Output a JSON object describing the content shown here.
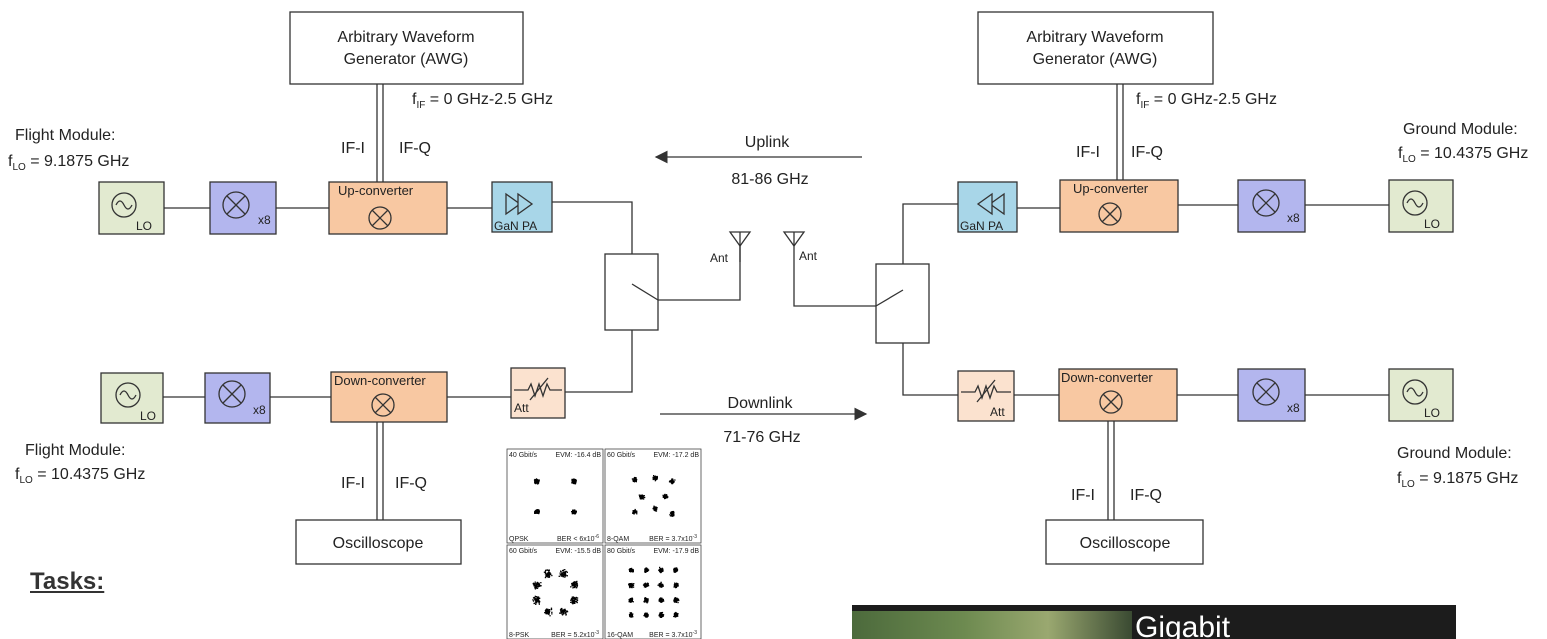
{
  "colors": {
    "lo_green": "#e2ead0",
    "mixer_blue": "#b3b6ee",
    "converter_orange": "#f8c8a2",
    "pa_cyan": "#a8d6e8",
    "att_peach": "#fbe2cf",
    "line": "#333333"
  },
  "left": {
    "awg_line1": "Arbitrary Waveform",
    "awg_line2": "Generator (AWG)",
    "fif_sym": "f",
    "fif_sub": "IF",
    "fif_val": " = 0 GHz-2.5 GHz",
    "ifi_top": "IF-I",
    "ifq_top": "IF-Q",
    "flight_top_title": "Flight Module:",
    "flight_top_f": "f",
    "flight_top_sub": "LO",
    "flight_top_val": " = 9.1875 GHz",
    "lo_label": "LO",
    "x8": "x8",
    "upconverter": "Up-converter",
    "pa": "GaN PA",
    "ant": "Ant",
    "downconverter": "Down-converter",
    "att": "Att",
    "flight_bot_title": "Flight Module:",
    "flight_bot_f": "f",
    "flight_bot_sub": "LO",
    "flight_bot_val": " = 10.4375 GHz",
    "ifi_bot": "IF-I",
    "ifq_bot": "IF-Q",
    "oscilloscope": "Oscilloscope"
  },
  "middle": {
    "uplink": "Uplink",
    "uplink_band": "81-86 GHz",
    "downlink": "Downlink",
    "downlink_band": "71-76 GHz"
  },
  "right": {
    "awg_line1": "Arbitrary Waveform",
    "awg_line2": "Generator (AWG)",
    "fif_sym": "f",
    "fif_sub": "IF",
    "fif_val": " = 0 GHz-2.5 GHz",
    "ifi_top": "IF-I",
    "ifq_top": "IF-Q",
    "ground_top_title": "Ground Module:",
    "ground_top_f": "f",
    "ground_top_sub": "LO",
    "ground_top_val": " = 10.4375 GHz",
    "lo_label": "LO",
    "x8": "x8",
    "upconverter": "Up-converter",
    "pa": "GaN PA",
    "ant": "Ant",
    "downconverter": "Down-converter",
    "att": "Att",
    "ground_bot_title": "Ground Module:",
    "ground_bot_f": "f",
    "ground_bot_sub": "LO",
    "ground_bot_val": " = 9.1875 GHz",
    "ifi_bot": "IF-I",
    "ifq_bot": "IF-Q",
    "oscilloscope": "Oscilloscope"
  },
  "constellations": [
    {
      "rate": "40 Gbit/s",
      "evm": "EVM: -16.4 dB",
      "mod": "QPSK",
      "ber": "BER < 6x10",
      "ber_exp": "-6",
      "pattern": "qpsk"
    },
    {
      "rate": "60 Gbit/s",
      "evm": "EVM: -17.2 dB",
      "mod": "8-QAM",
      "ber": "BER = 3.7x10",
      "ber_exp": "-3",
      "pattern": "8qam"
    },
    {
      "rate": "60 Gbit/s",
      "evm": "EVM: -15.5 dB",
      "mod": "8-PSK",
      "ber": "BER = 5.2x10",
      "ber_exp": "-3",
      "pattern": "8psk"
    },
    {
      "rate": "80 Gbit/s",
      "evm": "EVM: -17.9 dB",
      "mod": "16-QAM",
      "ber": "BER = 3.7x10",
      "ber_exp": "-3",
      "pattern": "16qam"
    }
  ],
  "tasks": "Tasks:",
  "photo_caption": "Gigabit"
}
